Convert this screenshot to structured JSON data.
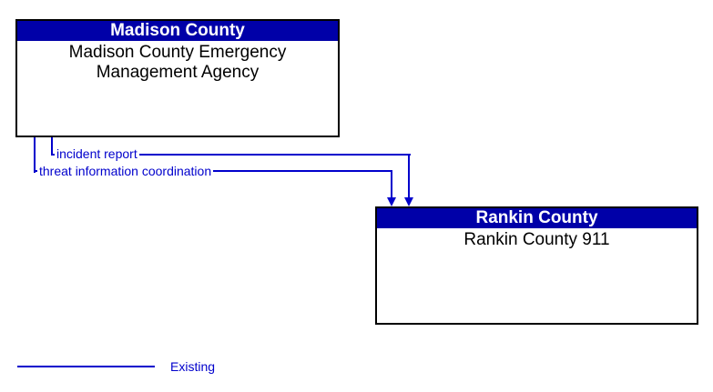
{
  "diagram": {
    "type": "architecture-interconnect",
    "boxes": [
      {
        "region": "Madison County",
        "name": "Madison County Emergency Management Agency"
      },
      {
        "region": "Rankin County",
        "name": "Rankin County 911"
      }
    ],
    "flows": [
      {
        "label": "incident report",
        "from": "Madison County Emergency Management Agency",
        "to": "Rankin County 911",
        "status": "Existing"
      },
      {
        "label": "threat information coordination",
        "from": "Madison County Emergency Management Agency",
        "to": "Rankin County 911",
        "status": "Existing"
      }
    ],
    "legend": {
      "label": "Existing"
    },
    "colors": {
      "background": "#ffffff",
      "header_bg": "#0000a8",
      "header_text": "#ffffff",
      "box_border": "#000000",
      "body_text": "#000000",
      "flow": "#0000cc"
    }
  }
}
